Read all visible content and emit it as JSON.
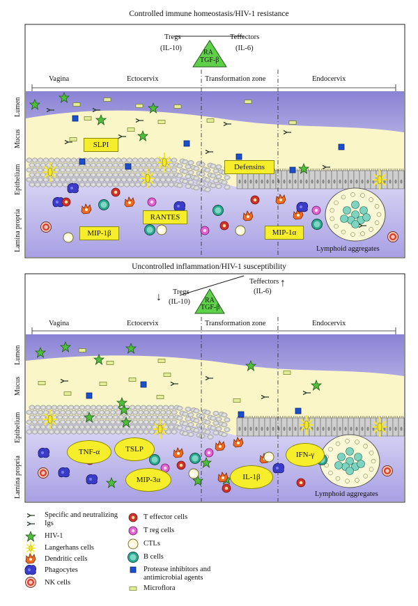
{
  "panel1": {
    "title": "Controlled immune homeostasis/HIV-1 resistance",
    "tregs": "Tregs",
    "tregs_il": "(IL-10)",
    "teffectors": "Teffectors",
    "teffectors_il": "(IL-6)",
    "triangle_line1": "RA",
    "triangle_line2": "TGF-β",
    "regions": [
      "Vagina",
      "Ectocervix",
      "Transformation zone",
      "Endocervix"
    ],
    "layers": {
      "lumen": "Lumen",
      "mucus": "Mucus",
      "epithelium": "Epithelium",
      "lamina": "Lamina propria"
    },
    "labels": {
      "slpi": "SLPI",
      "defensins": "Defensins",
      "rantes": "RANTES",
      "mip1b": "MIP-1β",
      "mip1a": "MIP-1α",
      "lymphoid": "Lymphoid aggregates"
    }
  },
  "panel2": {
    "title": "Uncontrolled inflammation/HIV-1 susceptibility",
    "tregs": "Tregs",
    "tregs_il": "(IL-10)",
    "teffectors": "Teffectors",
    "teffectors_il": "(IL-6)",
    "arrow_down": "↓",
    "arrow_up": "↑",
    "triangle_line1": "RA",
    "triangle_line2": "TGF-β",
    "regions": [
      "Vagina",
      "Ectocervix",
      "Transformation zone",
      "Endocervix"
    ],
    "layers": {
      "lumen": "Lumen",
      "mucus": "Mucus",
      "epithelium": "Epithelium",
      "lamina": "Lamina propria"
    },
    "labels": {
      "tnfa": "TNF-α",
      "tslp": "TSLP",
      "mip3a": "MIP-3α",
      "il1b": "IL-1β",
      "ifng": "IFN-γ",
      "lymphoid": "Lymphoid aggregates"
    }
  },
  "legend": {
    "left": [
      "Specific and neutralizing Igs",
      "HIV-1",
      "Langerhans cells",
      "Dendritic cells",
      "Phagocytes",
      "NK cells"
    ],
    "right": [
      "T effector cells",
      "T reg cells",
      "CTLs",
      "B cells",
      "Protease inhibitors and antimicrobial agents",
      "Microflora"
    ]
  },
  "colors": {
    "lumen_top": "#8c84d6",
    "lumen_bottom": "#f4f2fb",
    "mucus": "#fbf6c8",
    "lamina": "#b9b0ea",
    "epithelium_cell": "#d6d6d6",
    "label_yellow": "#f6ee2a",
    "triangle_green": "#5fd04a",
    "hiv_green": "#4fbe3b"
  }
}
